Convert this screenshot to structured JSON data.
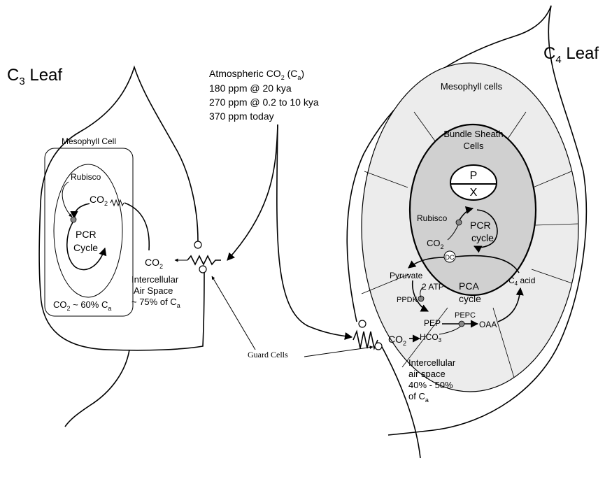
{
  "c3": {
    "title_main": "C",
    "title_sub": "3",
    "title_rest": " Leaf",
    "mesophyll_cell": "Mesophyll Cell",
    "rubisco": "Rubisco",
    "co2_main": "CO",
    "co2_sub": "2",
    "pcr_line1": "PCR",
    "pcr_line2": "Cycle",
    "cell_co2_main": "CO",
    "cell_co2_sub": "2",
    "cell_co2_rest": " ~ 60% C",
    "cell_co2_ca_sub": "a",
    "ias_co2_main": "CO",
    "ias_co2_sub": "2",
    "ias_line1": "Intercellular",
    "ias_line2": "Air Space",
    "ias_line3": "~ 75%  of C",
    "ias_line3_sub": "a"
  },
  "atmosphere": {
    "line1_main": "Atmospheric CO",
    "line1_sub": "2",
    "line1_rest": " (C",
    "line1_ca_sub": "a",
    "line1_close": ")",
    "line2": "180 ppm @ 20 kya",
    "line3": "270 ppm @ 0.2 to 10 kya",
    "line4": "370 ppm today"
  },
  "guard_cells": "Guard Cells",
  "c4": {
    "title_main": "C",
    "title_sub": "4",
    "title_rest": " Leaf",
    "mesophyll_cells": "Mesophyll cells",
    "bundle_line1": "Bundle Sheath",
    "bundle_line2": "Cells",
    "p": "P",
    "x": "X",
    "rubisco": "Rubisco",
    "pcr_line1": "PCR",
    "pcr_line2": "cycle",
    "bs_co2_main": "CO",
    "bs_co2_sub": "2",
    "dc": "DC",
    "pyruvate": "Pyruvate",
    "atp": "2 ATP",
    "pca_line1": "PCA",
    "pca_line2": "cycle",
    "c4acid_main": "C",
    "c4acid_sub": "4",
    "c4acid_rest": " acid",
    "ppdk": "PPDK",
    "pep": "PEP",
    "pepc": "PEPC",
    "oaa": "OAA",
    "hco3_main": "HCO",
    "hco3_sub": "3",
    "stoma_co2_main": "CO",
    "stoma_co2_sub": "2",
    "ias_line1": "Intercellular",
    "ias_line2": "air space",
    "ias_line3": "40% - 50%",
    "ias_line4": "of C",
    "ias_line4_sub": "a"
  }
}
